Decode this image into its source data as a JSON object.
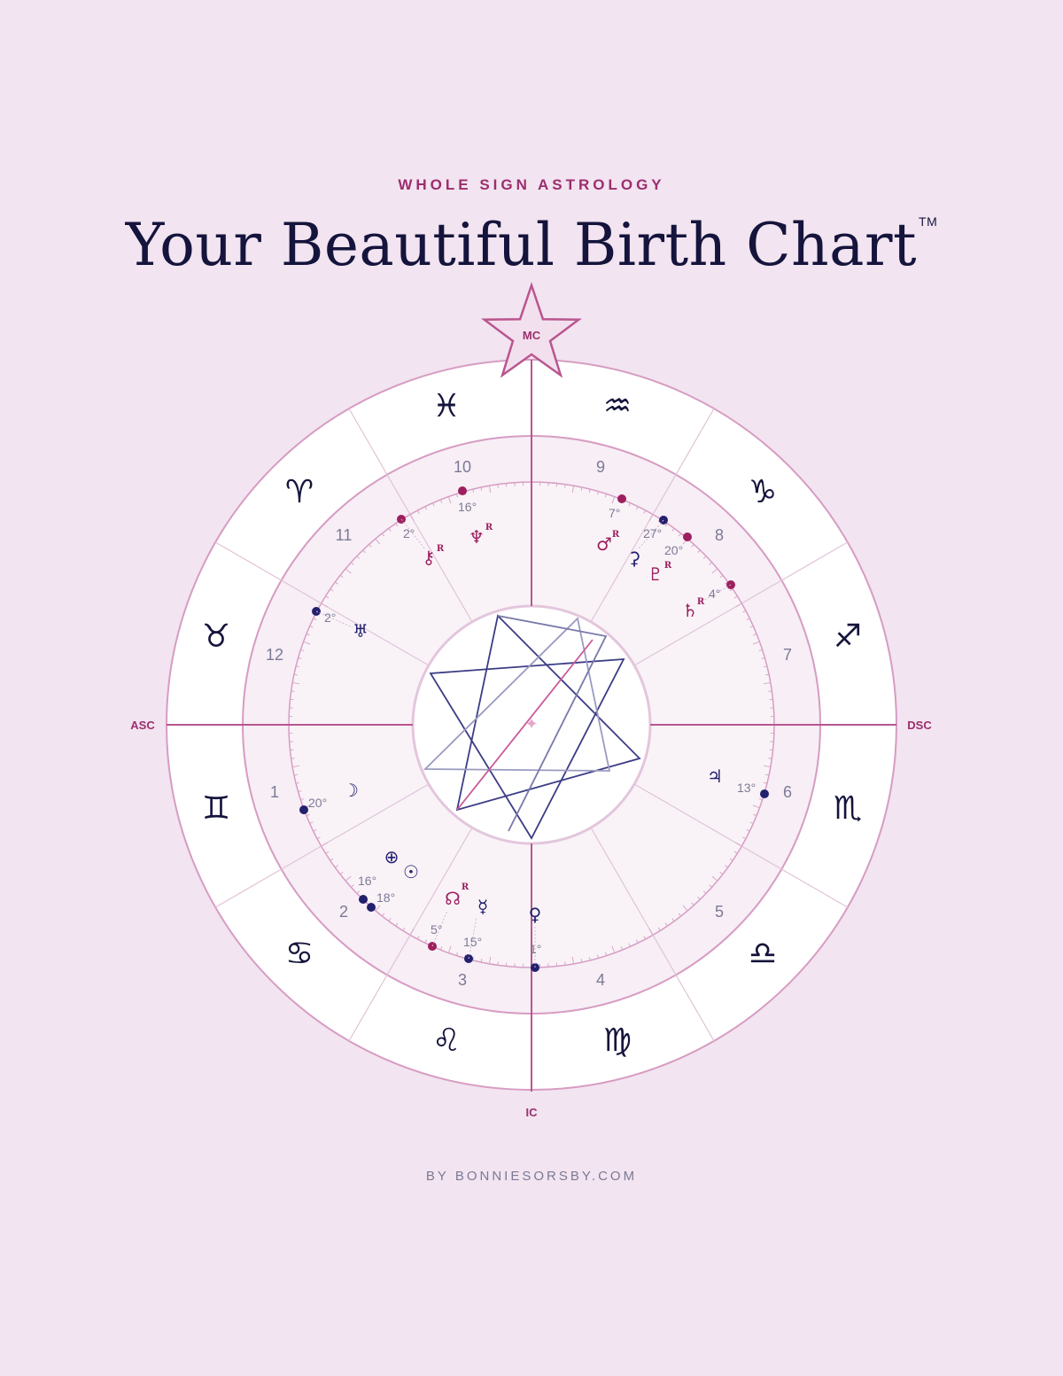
{
  "header": {
    "kicker": "WHOLE SIGN ASTROLOGY",
    "title": "Your Beautiful Birth Chart",
    "trademark": "TM"
  },
  "footer": {
    "credit": "BY BONNIESORSBY.COM"
  },
  "angles": {
    "mc": "MC",
    "ic": "IC",
    "asc": "ASC",
    "dsc": "DSC"
  },
  "colors": {
    "magenta": "#9c2e6e",
    "navy": "#23206e",
    "ring": "#cf86b4",
    "background": "#f2e4f0"
  },
  "signs": [
    {
      "house": "1",
      "sign": "Gemini",
      "glyph": "♊"
    },
    {
      "house": "2",
      "sign": "Cancer",
      "glyph": "♋"
    },
    {
      "house": "3",
      "sign": "Leo",
      "glyph": "♌"
    },
    {
      "house": "4",
      "sign": "Virgo",
      "glyph": "♍"
    },
    {
      "house": "5",
      "sign": "Libra",
      "glyph": "♎"
    },
    {
      "house": "6",
      "sign": "Scorpio",
      "glyph": "♏"
    },
    {
      "house": "7",
      "sign": "Sagittarius",
      "glyph": "♐"
    },
    {
      "house": "8",
      "sign": "Capricorn",
      "glyph": "♑"
    },
    {
      "house": "9",
      "sign": "Aquarius",
      "glyph": "♒"
    },
    {
      "house": "10",
      "sign": "Pisces",
      "glyph": "♓"
    },
    {
      "house": "11",
      "sign": "Aries",
      "glyph": "♈"
    },
    {
      "house": "12",
      "sign": "Taurus",
      "glyph": "♉"
    }
  ],
  "planets": [
    {
      "name": "moon",
      "glyph": "☽",
      "house": 1,
      "degree": "20°",
      "color": "navy",
      "retrograde": false
    },
    {
      "name": "sun",
      "glyph": "☉",
      "house": 2,
      "degree": "18°",
      "color": "navy",
      "retrograde": false
    },
    {
      "name": "earth",
      "glyph": "⊕",
      "house": 2,
      "degree": "16°",
      "color": "navy",
      "retrograde": false
    },
    {
      "name": "north-node",
      "glyph": "☊",
      "house": 3,
      "degree": "5°",
      "color": "magenta",
      "retrograde": true
    },
    {
      "name": "mercury",
      "glyph": "☿",
      "house": 3,
      "degree": "15°",
      "color": "navy",
      "retrograde": false
    },
    {
      "name": "venus",
      "glyph": "♀",
      "house": 4,
      "degree": "1°",
      "color": "navy",
      "retrograde": false
    },
    {
      "name": "jupiter",
      "glyph": "♃",
      "house": 6,
      "degree": "13°",
      "color": "navy",
      "retrograde": false
    },
    {
      "name": "saturn",
      "glyph": "♄",
      "house": 8,
      "degree": "4°",
      "color": "magenta",
      "retrograde": true
    },
    {
      "name": "pluto",
      "glyph": "♇",
      "house": 8,
      "degree": "20°",
      "color": "magenta",
      "retrograde": true
    },
    {
      "name": "ceres",
      "glyph": "⚳",
      "house": 8,
      "degree": "27°",
      "color": "navy",
      "retrograde": false
    },
    {
      "name": "mars",
      "glyph": "♂",
      "house": 9,
      "degree": "7°",
      "color": "magenta",
      "retrograde": true
    },
    {
      "name": "neptune",
      "glyph": "♆",
      "house": 10,
      "degree": "16°",
      "color": "magenta",
      "retrograde": true
    },
    {
      "name": "chiron",
      "glyph": "⚷",
      "house": 11,
      "degree": "2°",
      "color": "magenta",
      "retrograde": true
    },
    {
      "name": "uranus",
      "glyph": "♅",
      "house": 12,
      "degree": "2°",
      "color": "navy",
      "retrograde": false
    }
  ],
  "retrograde_mark": "R"
}
